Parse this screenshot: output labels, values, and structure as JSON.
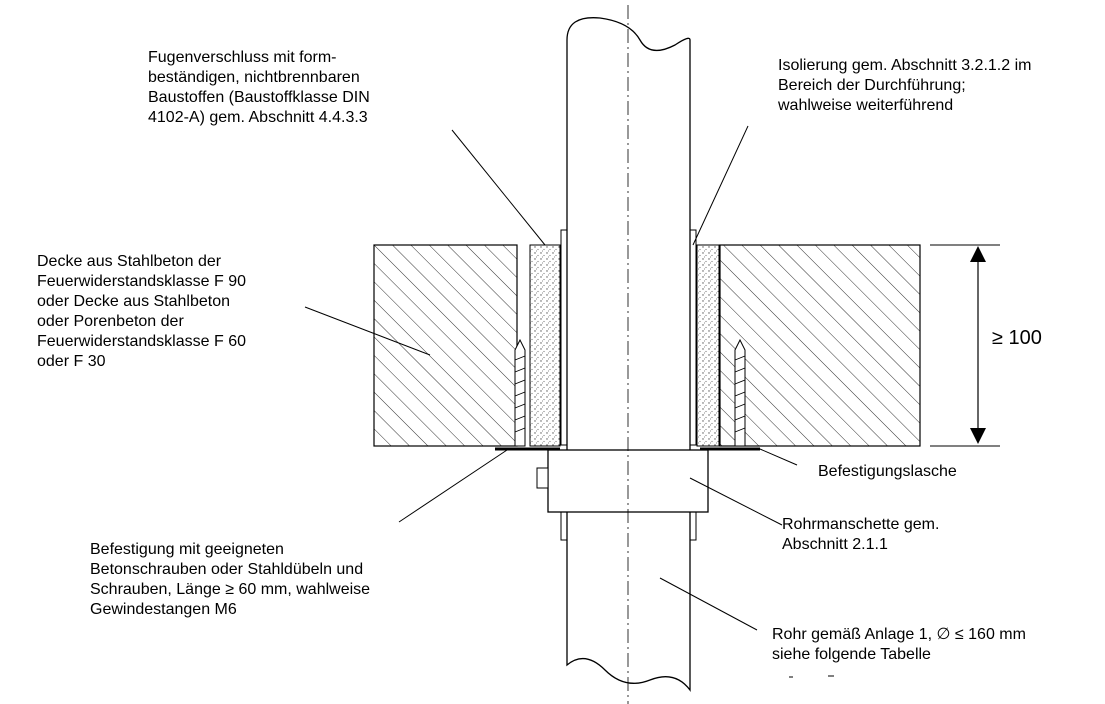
{
  "labels": {
    "joint_seal": [
      "Fugenverschluss mit form-",
      "beständigen, nichtbrennbaren",
      "Baustoffen (Baustoffklasse DIN",
      "4102-A) gem. Abschnitt 4.4.3.3"
    ],
    "insulation": [
      "Isolierung gem. Abschnitt 3.2.1.2 im",
      "Bereich der Durchführung;",
      "wahlweise weiterführend"
    ],
    "ceiling": [
      "Decke aus Stahlbeton der",
      "Feuerwiderstandsklasse F 90",
      "oder Decke aus Stahlbeton",
      "oder Porenbeton der",
      "Feuerwiderstandsklasse F 60",
      "oder F 30"
    ],
    "bracket": [
      "Befestigungslasche"
    ],
    "collar": [
      "Rohrmanschette gem.",
      "Abschnitt 2.1.1"
    ],
    "fastening": [
      "Befestigung mit geeigneten",
      "Betonschrauben oder Stahldübeln und",
      "Schrauben, Länge ≥ 60 mm, wahlweise",
      "Gewindestangen M6"
    ],
    "pipe": [
      "Rohr gemäß Anlage 1, ∅ ≤ 160 mm",
      "siehe folgende Tabelle"
    ]
  },
  "dimension": {
    "thickness_label": "≥ 100"
  },
  "colors": {
    "line": "#000000",
    "background": "#ffffff",
    "hatch": "#333333",
    "fill_dots": "#555555"
  }
}
